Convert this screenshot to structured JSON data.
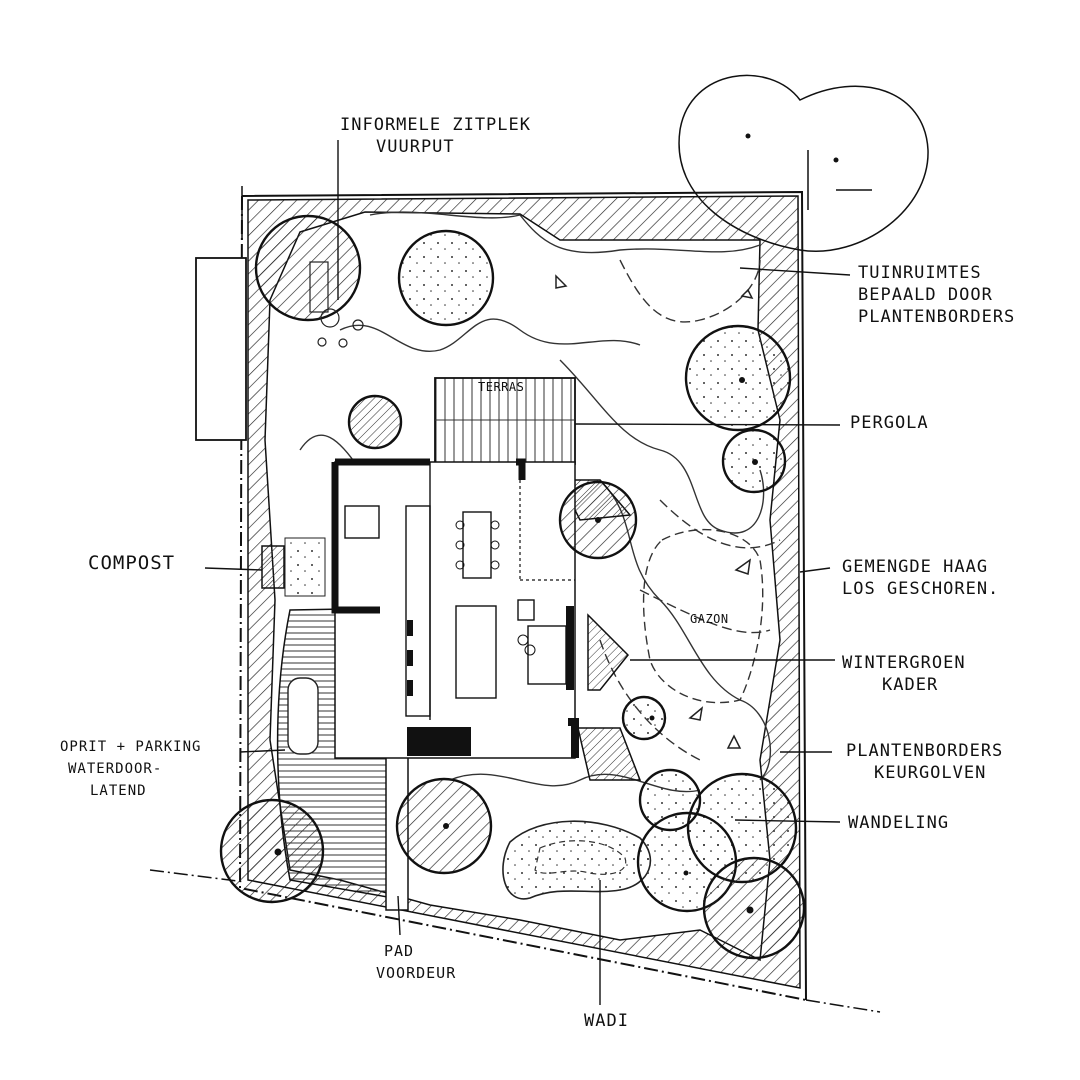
{
  "plan": {
    "labels": {
      "zitplek": [
        "INFORMELE ZITPLEK",
        "VUURPUT"
      ],
      "tuinruimtes": [
        "TUINRUIMTES",
        "BEPAALD DOOR",
        "PLANTENBORDERS"
      ],
      "pergola": "PERGOLA",
      "compost": "COMPOST",
      "haag": [
        "GEMENGDE HAAG",
        "LOS GESCHOREN."
      ],
      "wintergroen": [
        "WINTERGROEN",
        "KADER"
      ],
      "oprit": [
        "OPRIT + PARKING",
        "WATERDOOR-",
        "LATEND"
      ],
      "plantenborders": [
        "PLANTENBORDERS",
        "KEURGOLVEN"
      ],
      "wandeling": "WANDELING",
      "pad": [
        "PAD",
        "VOORDEUR"
      ],
      "wadi": "WADI",
      "terras": "TERRAS",
      "gazon": "GAZON"
    }
  }
}
